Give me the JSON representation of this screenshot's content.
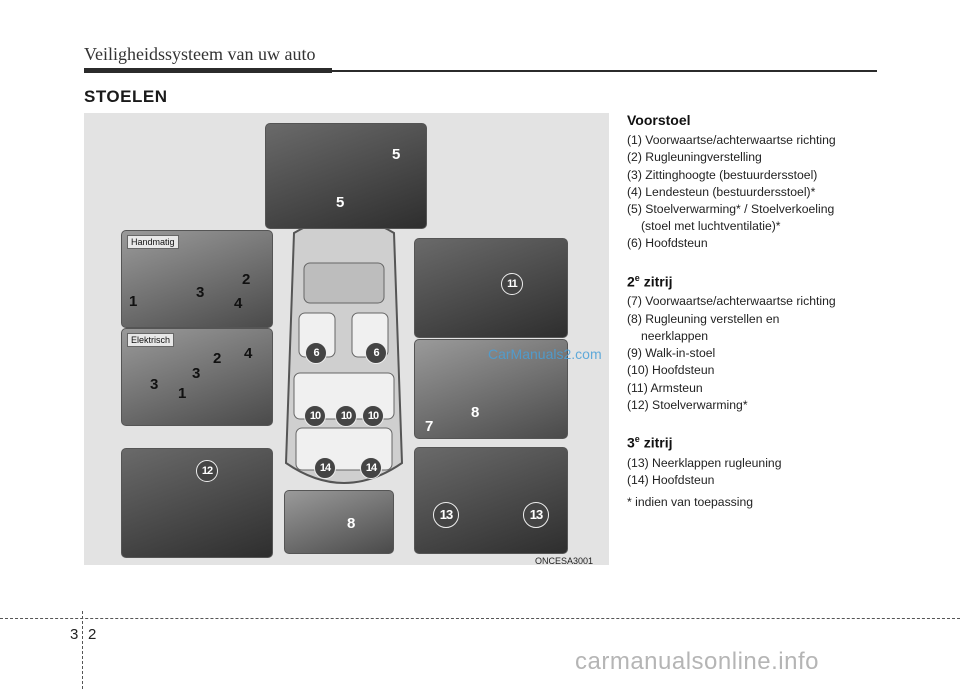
{
  "header": {
    "title": "Veiligheidssysteem van uw auto"
  },
  "section_title": "STOELEN",
  "figure": {
    "tag_handmatig": "Handmatig",
    "tag_elektrisch": "Elektrisch",
    "image_code": "ONCESA3001",
    "watermark": "CarManuals2.com",
    "labels": {
      "c5a": "5",
      "c5b": "5",
      "m1": "1",
      "m2": "2",
      "m3": "3",
      "m4": "4",
      "e1": "1",
      "e2": "2",
      "e3a": "3",
      "e3b": "3",
      "e4": "4",
      "c6a": "6",
      "c6b": "6",
      "c10a": "10",
      "c10b": "10",
      "c10c": "10",
      "c14a": "14",
      "c14b": "14",
      "c11": "11",
      "c7": "7",
      "c8a": "8",
      "c8b": "8",
      "c12": "12",
      "c13a": "13",
      "c13b": "13"
    }
  },
  "text": {
    "front_title": "Voorstoel",
    "front_items": [
      "(1) Voorwaartse/achterwaartse richting",
      "(2) Rugleuningverstelling",
      "(3) Zittinghoogte (bestuurdersstoel)",
      "(4) Lendesteun (bestuurdersstoel)*",
      "(5) Stoelverwarming* / Stoelverkoeling",
      "(stoel met luchtventilatie)*",
      "(6) Hoofdsteun"
    ],
    "row2_num": "2",
    "row2_sup": "e",
    "row2_rest": " zitrij",
    "row2_items": [
      "(7) Voorwaartse/achterwaartse richting",
      "(8) Rugleuning verstellen en",
      "neerklappen",
      "(9) Walk-in-stoel",
      "(10) Hoofdsteun",
      "(11) Armsteun",
      "(12) Stoelverwarming*"
    ],
    "row3_num": "3",
    "row3_sup": "e",
    "row3_rest": " zitrij",
    "row3_items": [
      "(13) Neerklappen rugleuning",
      "(14) Hoofdsteun"
    ],
    "footnote": "* indien van toepassing"
  },
  "footer": {
    "chapter": "3",
    "page": "2",
    "site": "carmanualsonline.info"
  }
}
